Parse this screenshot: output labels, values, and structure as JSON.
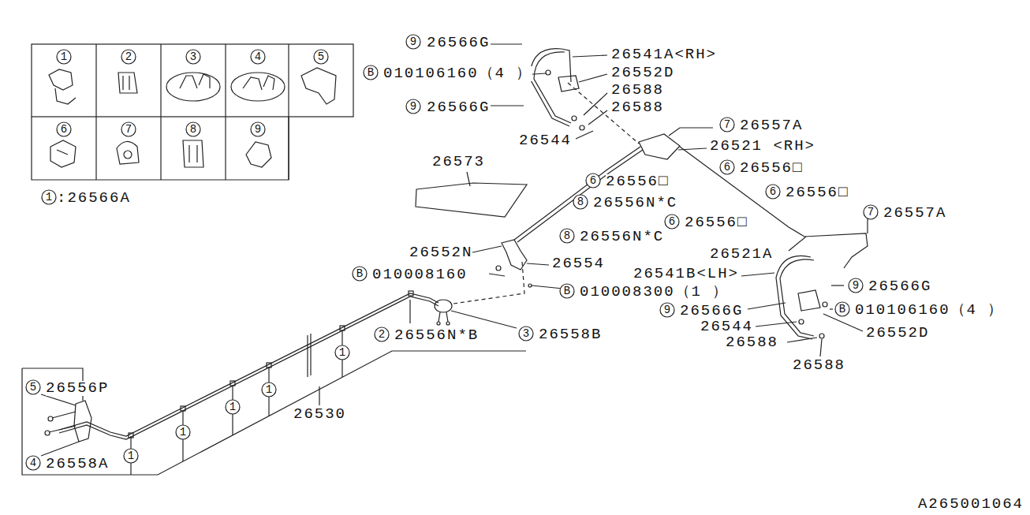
{
  "diagram": {
    "labels": [
      "1",
      "2",
      "3",
      "4",
      "5",
      "6",
      "7",
      "8",
      "9",
      "1",
      ":26566A",
      "9",
      "26566G",
      "26541A<RH>",
      "B",
      "010106160（4 ）",
      "26552D",
      "26588",
      "9",
      "26566G",
      "26588",
      "7",
      "26557A",
      "26544",
      "26521 <RH>",
      "26573",
      "6",
      "26556□",
      "6",
      "26556□",
      "6",
      "26556□",
      "8",
      "26556N*C",
      "7",
      "26557A",
      "6",
      "26556□",
      "8",
      "26556N*C",
      "26552N",
      "26521A",
      "26554",
      "B",
      "010008160",
      "26541B<LH>",
      "9",
      "26566G",
      "B",
      "010008300（1 ）",
      "9",
      "26566G",
      "B",
      "010106160（4 ）",
      "26544",
      "2",
      "26556N*B",
      "3",
      "26558B",
      "26552D",
      "26588",
      "1",
      "26588",
      "5",
      "26556P",
      "1",
      "1",
      "26530",
      "1",
      "4",
      "26558A",
      "1",
      "A265001064"
    ]
  }
}
